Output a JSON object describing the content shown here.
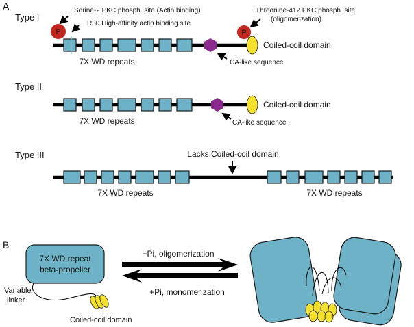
{
  "colors": {
    "wd_repeat": "#6eb2c7",
    "coiled_coil": "#f3e12e",
    "phospho": "#c4271f",
    "ca_like": "#8b2a8e",
    "backbone": "#000000",
    "binding_line": "#7fc3c6"
  },
  "panel_a": {
    "label": "A",
    "type1": {
      "title": "Type I",
      "serine_label": "Serine-2 PKC phosph. site (Actin binding)",
      "r30_label": "R30 High-affinity actin binding site",
      "threonine_label_line1": "Threonine-412 PKC phosph. site",
      "threonine_label_line2": "(oligomerization)",
      "phospho_letter": "P",
      "coiled_coil_label": "Coiled-coil domain",
      "wd_label": "7X WD repeats",
      "ca_label": "CA-like sequence"
    },
    "type2": {
      "title": "Type II",
      "coiled_coil_label": "Coiled-coil domain",
      "wd_label": "7X WD repeats",
      "ca_label": "CA-like sequence"
    },
    "type3": {
      "title": "Type III",
      "lacks_label": "Lacks Coiled-coil domain",
      "wd_label_left": "7X WD repeats",
      "wd_label_right": "7X WD repeats"
    }
  },
  "panel_b": {
    "label": "B",
    "propeller_line1": "7X WD repeat",
    "propeller_line2": "beta-propeller",
    "linker_line1": "Variable",
    "linker_line2": "linker",
    "coiled_coil_label": "Coiled-coil domain",
    "forward_label": "−Pi, oligomerization",
    "reverse_label": "+Pi, monomerization"
  }
}
